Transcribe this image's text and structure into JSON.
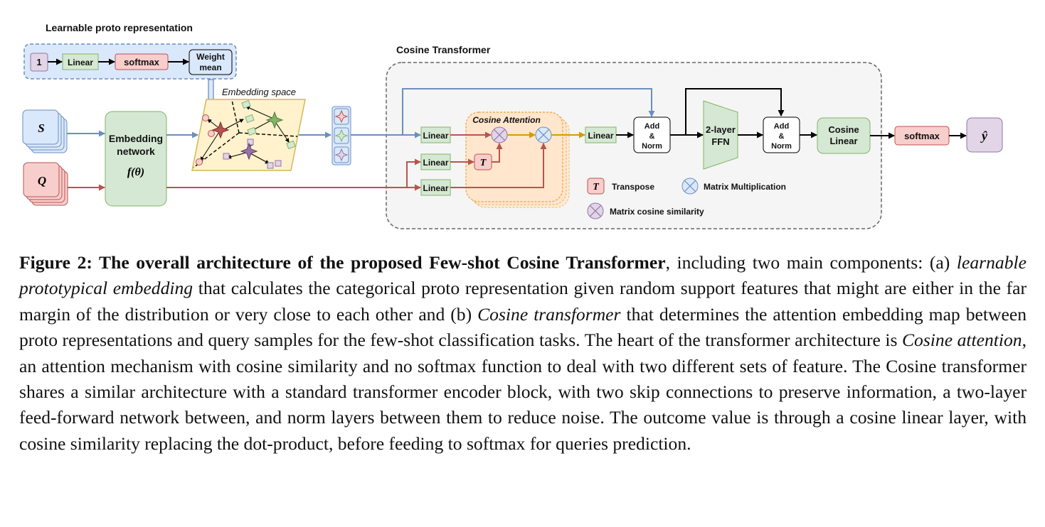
{
  "diagram": {
    "proto_title": "Learnable proto representation",
    "proto_one": "1",
    "proto_linear": "Linear",
    "proto_softmax": "softmax",
    "proto_weight_line1": "Weight",
    "proto_weight_line2": "mean",
    "embedding_space": "Embedding space",
    "support": "S",
    "query": "Q",
    "embed_line1": "Embedding",
    "embed_line2": "network",
    "embed_fn": "f(θ)",
    "ct_title": "Cosine Transformer",
    "linear": "Linear",
    "cos_attention": "Cosine Attention",
    "transpose_symbol": "T",
    "add": "Add",
    "amp": "&",
    "norm": "Norm",
    "ffn_line1": "2-layer",
    "ffn_line2": "FFN",
    "cos_linear_line1": "Cosine",
    "cos_linear_line2": "Linear",
    "softmax": "softmax",
    "output": "ŷ",
    "legend_transpose": "Transpose",
    "legend_matmul": "Matrix Multiplication",
    "legend_cos": "Matrix cosine similarity"
  },
  "caption": {
    "lead": "Figure 2: The overall architecture of the proposed Few-shot Cosine Transformer",
    "p1": ", including two main components: (a) ",
    "i1": "learnable prototypical embedding",
    "p2": " that calculates the categorical proto representation given random support features that might are either in the far margin of the distribution or very close to each other and (b) ",
    "i2": "Cosine transformer",
    "p3": " that determines the attention embedding map between proto representations and query samples for the few-shot classification tasks. The heart of the transformer architecture is ",
    "i3": "Cosine attention",
    "p4": ", an attention mechanism with cosine similarity and no softmax function to deal with two different sets of feature. The Cosine transformer shares a similar architecture with a standard transformer encoder block, with two skip connections to preserve information, a two-layer feed-forward network between, and norm layers between them to reduce noise. The outcome value is through a cosine linear layer, with cosine similarity replacing the dot-product, before feeding to softmax for queries prediction."
  }
}
